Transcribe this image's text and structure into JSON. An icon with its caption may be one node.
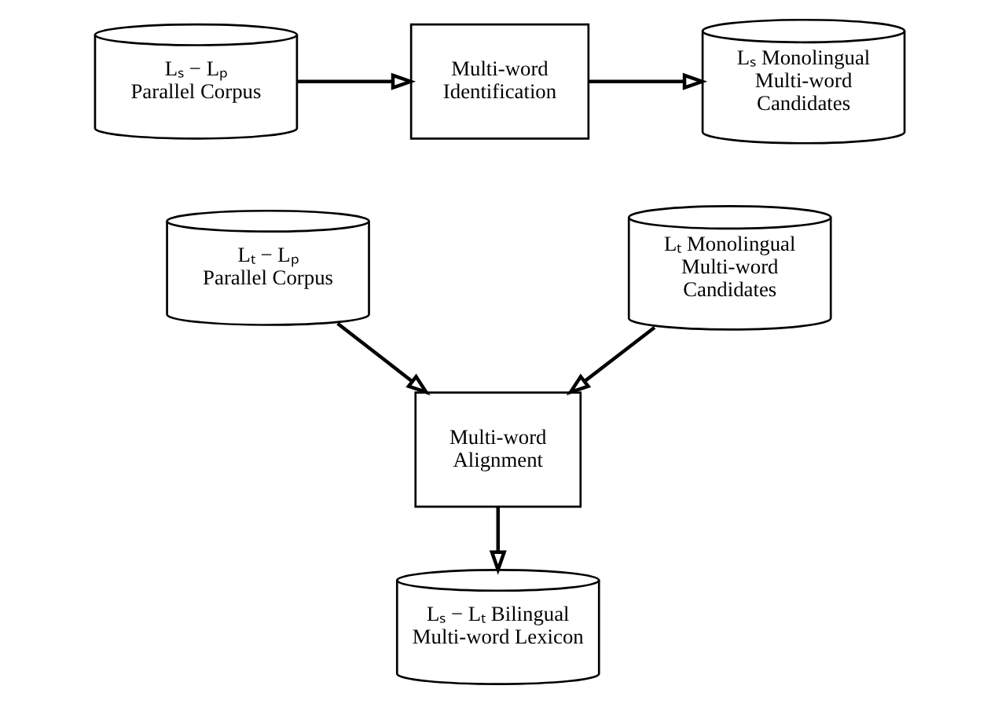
{
  "diagram": {
    "nodes": [
      {
        "text": [
          "Lₛ − Lₚ",
          "Parallel Corpus"
        ]
      },
      {
        "text": [
          "Lₜ − Lₚ",
          "Parallel Corpus"
        ]
      },
      {
        "text": [
          "Multi-word Identification"
        ]
      },
      {
        "text": [
          "Lₛ Monolingual Multi-word Candidates"
        ]
      },
      {
        "text": [
          "Lₜ Monolingual Multi-word Candidates"
        ]
      },
      {
        "text": [
          "Multi-word Alignment"
        ]
      },
      {
        "text": [
          "Lₛ − Lₜ Bilingual Multi-word Lexicon"
        ]
      }
    ],
    "edges": [
      {
        "from": 0,
        "to": 2,
        "arrow": "to"
      },
      {
        "from": 2,
        "to": 3,
        "arrow": "to"
      },
      {
        "from": 1,
        "to": 5,
        "arrow": "to"
      },
      {
        "from": 4,
        "to": 5,
        "arrow": "to"
      },
      {
        "from": 5,
        "to": 6,
        "arrow": "to"
      }
    ]
  }
}
